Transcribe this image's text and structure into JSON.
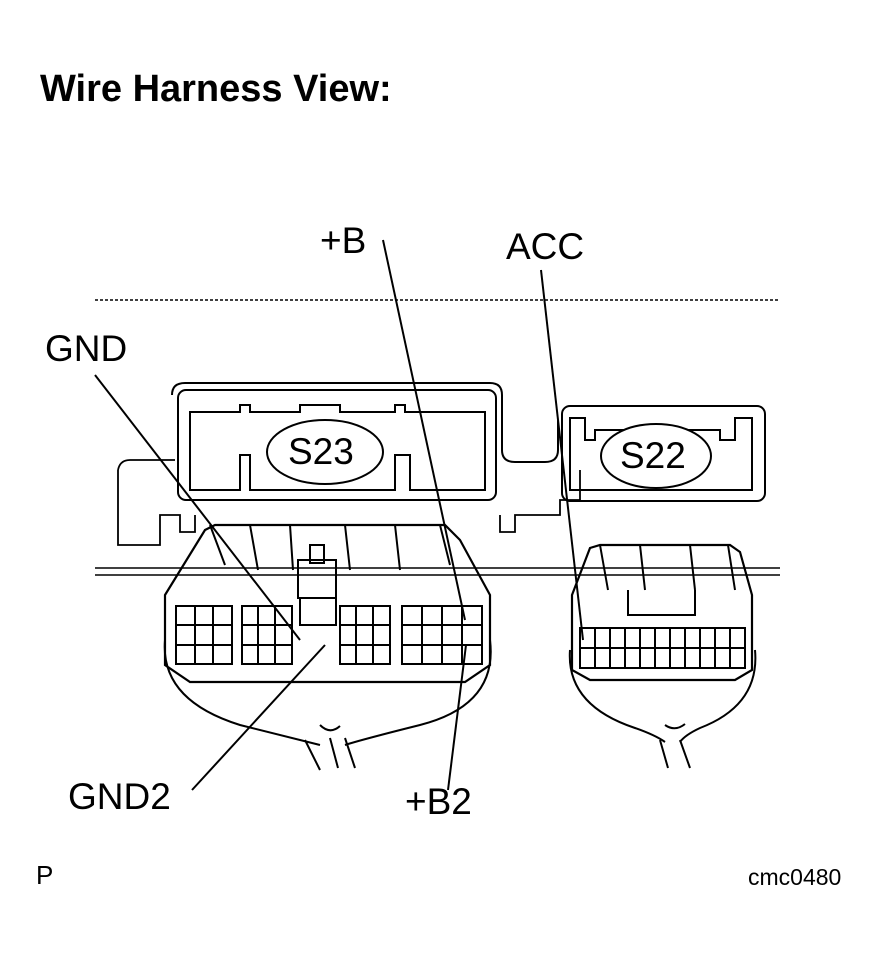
{
  "title": "Wire Harness View:",
  "connectors": [
    {
      "id": "S23"
    },
    {
      "id": "S22"
    }
  ],
  "pin_labels": {
    "b_plus": "+B",
    "acc": "ACC",
    "gnd": "GND",
    "gnd2": "GND2",
    "b_plus2": "+B2"
  },
  "footer": {
    "left_code": "P",
    "figure_code": "cmc0480"
  }
}
